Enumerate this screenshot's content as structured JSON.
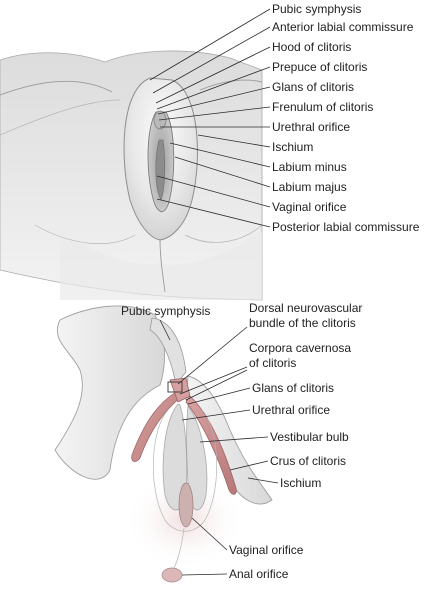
{
  "top_panel": {
    "labels": [
      "Pubic symphysis",
      "Anterior labial commissure",
      "Hood of clitoris",
      "Prepuce of clitoris",
      "Glans of clitoris",
      "Frenulum of clitoris",
      "Urethral orifice",
      "Ischium",
      "Labium minus",
      "Labium majus",
      "Vaginal orifice",
      "Posterior labial commissure"
    ]
  },
  "bottom_panel": {
    "left_label": "Pubic symphysis",
    "labels": [
      [
        "Dorsal neurovascular",
        "bundle of the clitoris"
      ],
      [
        "Corpora cavernosa",
        "of clitoris"
      ],
      [
        "Glans of clitoris"
      ],
      [
        "Urethral orifice"
      ],
      [
        "Vestibular bulb"
      ],
      [
        "Crus of clitoris"
      ],
      [
        "Ischium"
      ],
      [
        "Vaginal orifice"
      ],
      [
        "Anal orifice"
      ]
    ]
  },
  "colors": {
    "skin_light": "#f2f2f2",
    "skin_mid": "#d6d6d6",
    "skin_dark": "#a8a8a8",
    "bone": "#e6e6e6",
    "erectile_tissue": "#c48a8a",
    "bulb": "#d9d9d9",
    "leader": "#2a2a2a"
  }
}
